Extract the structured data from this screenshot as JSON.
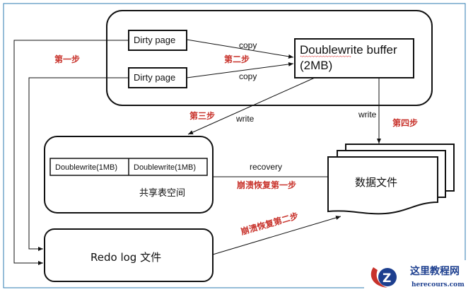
{
  "diagram": {
    "memory_block": {
      "dirty_pages": [
        {
          "label": "Dirty page"
        },
        {
          "label": "Dirty page"
        }
      ],
      "doublewrite_buffer": {
        "line1": "Doublewrite  buffer",
        "line2": "(2MB)"
      }
    },
    "shared_tablespace": {
      "segments": [
        {
          "label": "Doublewrite(1MB)"
        },
        {
          "label": "Doublewrite(1MB)"
        }
      ],
      "label": "共享表空间"
    },
    "redo_log": {
      "label": "Redo log 文件"
    },
    "data_file": {
      "label": "数据文件"
    },
    "edge_labels": {
      "copy_top": "copy",
      "copy_bottom": "copy",
      "write_to_shared": "write",
      "write_to_datafile": "write",
      "recovery": "recovery"
    },
    "steps": {
      "step1": "第一步",
      "step2": "第二步",
      "step3": "第三步",
      "step4": "第四步",
      "crash_step1": "崩溃恢复第一步",
      "crash_step2": "崩溃恢复第二步"
    },
    "colors": {
      "frame": "#2e7bb0",
      "step_red": "#c8322b",
      "watermark_blue": "#1d3f8f",
      "watermark_red": "#c8322b"
    }
  },
  "watermark": {
    "title": "这里教程网",
    "url": "herecours.com",
    "logo_letter": "Z"
  }
}
